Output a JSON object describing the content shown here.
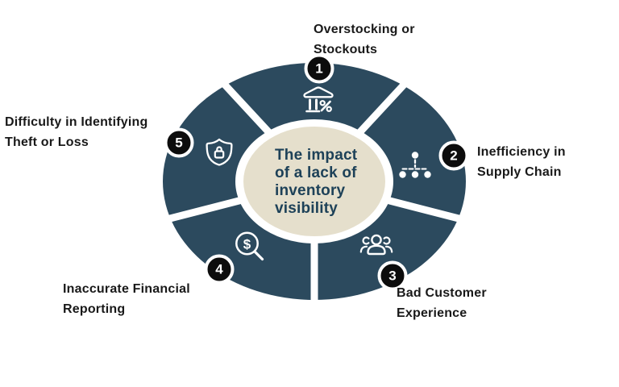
{
  "diagram": {
    "type": "circular-infographic",
    "center": {
      "title_lines": [
        "The impact",
        "of a lack of",
        "inventory",
        "visibility"
      ]
    },
    "items": [
      {
        "number": "1",
        "label_lines": [
          "Overstocking or",
          "Stockouts"
        ],
        "icon": "bank-percent-icon"
      },
      {
        "number": "2",
        "label_lines": [
          "Inefficiency in",
          "Supply Chain"
        ],
        "icon": "hierarchy-network-icon"
      },
      {
        "number": "3",
        "label_lines": [
          "Bad Customer",
          "Experience"
        ],
        "icon": "people-group-icon"
      },
      {
        "number": "4",
        "label_lines": [
          "Inaccurate Financial",
          "Reporting"
        ],
        "icon": "magnifier-dollar-icon"
      },
      {
        "number": "5",
        "label_lines": [
          "Difficulty in Identifying",
          "Theft or Loss"
        ],
        "icon": "shield-lock-icon"
      }
    ],
    "icons": {
      "dollar_glyph": "$"
    },
    "colors": {
      "segment_fill": "#2C4A5E",
      "center_fill": "#E5DFCC",
      "center_text": "#1D4158",
      "badge_fill": "#0C0C0C",
      "badge_text": "#FFFFFF",
      "label_text": "#191919",
      "icon_stroke": "#FFFFFF",
      "background": "#FFFFFF"
    }
  }
}
